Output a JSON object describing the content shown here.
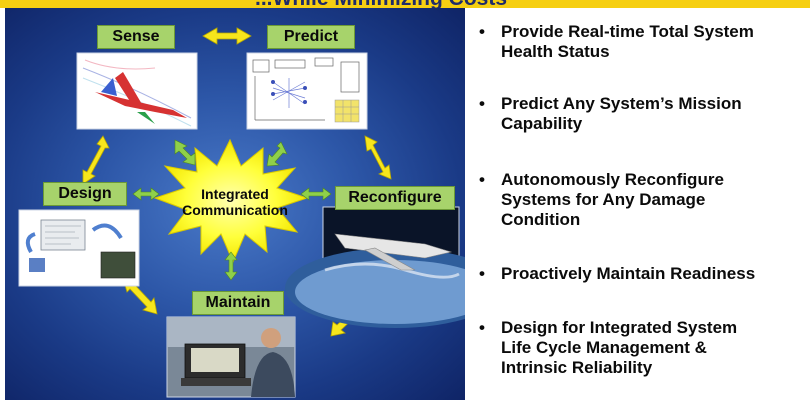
{
  "header": {
    "title": "...While Minimizing Costs"
  },
  "diagram": {
    "nodes": {
      "sense": "Sense",
      "predict": "Predict",
      "design": "Design",
      "reconfigure": "Reconfigure",
      "maintain": "Maintain"
    },
    "center": {
      "line1": "Integrated",
      "line2": "Communication"
    },
    "colors": {
      "panel": "#1a3a86",
      "label_green": "#a7d36b",
      "arrow_yellow": "#f7e61c",
      "star_yellow": "#ffff2e"
    }
  },
  "bullets": [
    {
      "line1": "Provide Real-time Total System",
      "line2": "Health Status",
      "line3": ""
    },
    {
      "line1": "Predict Any System’s Mission",
      "line2": "Capability",
      "line3": ""
    },
    {
      "line1": "Autonomously Reconfigure",
      "line2": "Systems for Any Damage",
      "line3": "Condition"
    },
    {
      "line1": "Proactively Maintain Readiness",
      "line2": "",
      "line3": ""
    },
    {
      "line1": "Design for Integrated System",
      "line2": "Life Cycle  Management &",
      "line3": "Intrinsic Reliability"
    }
  ],
  "bullet_char": "•"
}
